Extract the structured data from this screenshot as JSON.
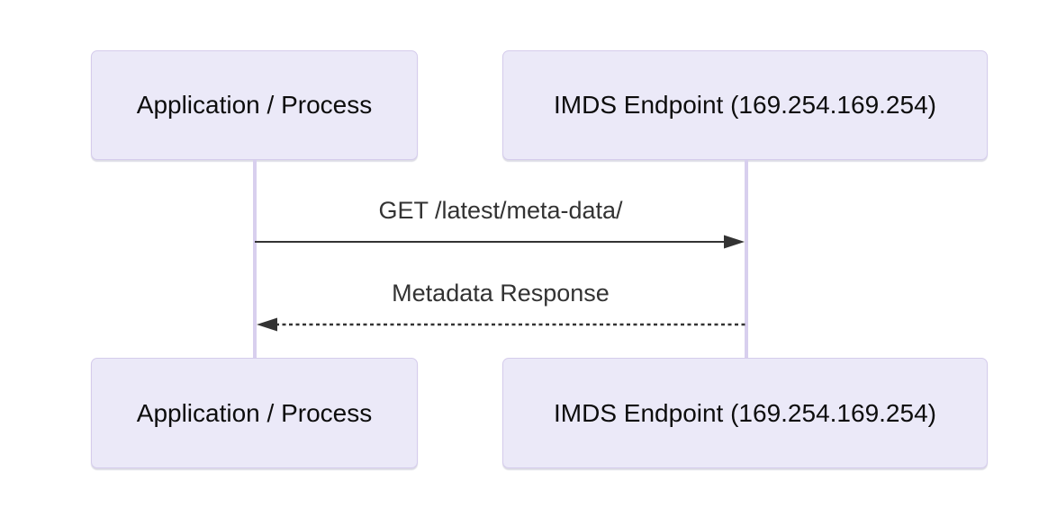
{
  "diagram": {
    "type": "sequence-diagram",
    "actors": [
      {
        "id": "application",
        "label": "Application / Process"
      },
      {
        "id": "imds",
        "label": "IMDS Endpoint (169.254.169.254)"
      }
    ],
    "messages": [
      {
        "from": "application",
        "to": "imds",
        "label": "GET /latest/meta-data/",
        "line_style": "solid",
        "direction": "right"
      },
      {
        "from": "imds",
        "to": "application",
        "label": "Metadata Response",
        "line_style": "dashed",
        "direction": "left"
      }
    ],
    "colors": {
      "background": "#ffffff",
      "actor_fill": "#ebe9f8",
      "actor_border": "#d5ccec",
      "actor_text": "#0d0d0d",
      "lifeline": "#d8cfee",
      "message_line": "#333333",
      "message_text": "#333333"
    }
  }
}
